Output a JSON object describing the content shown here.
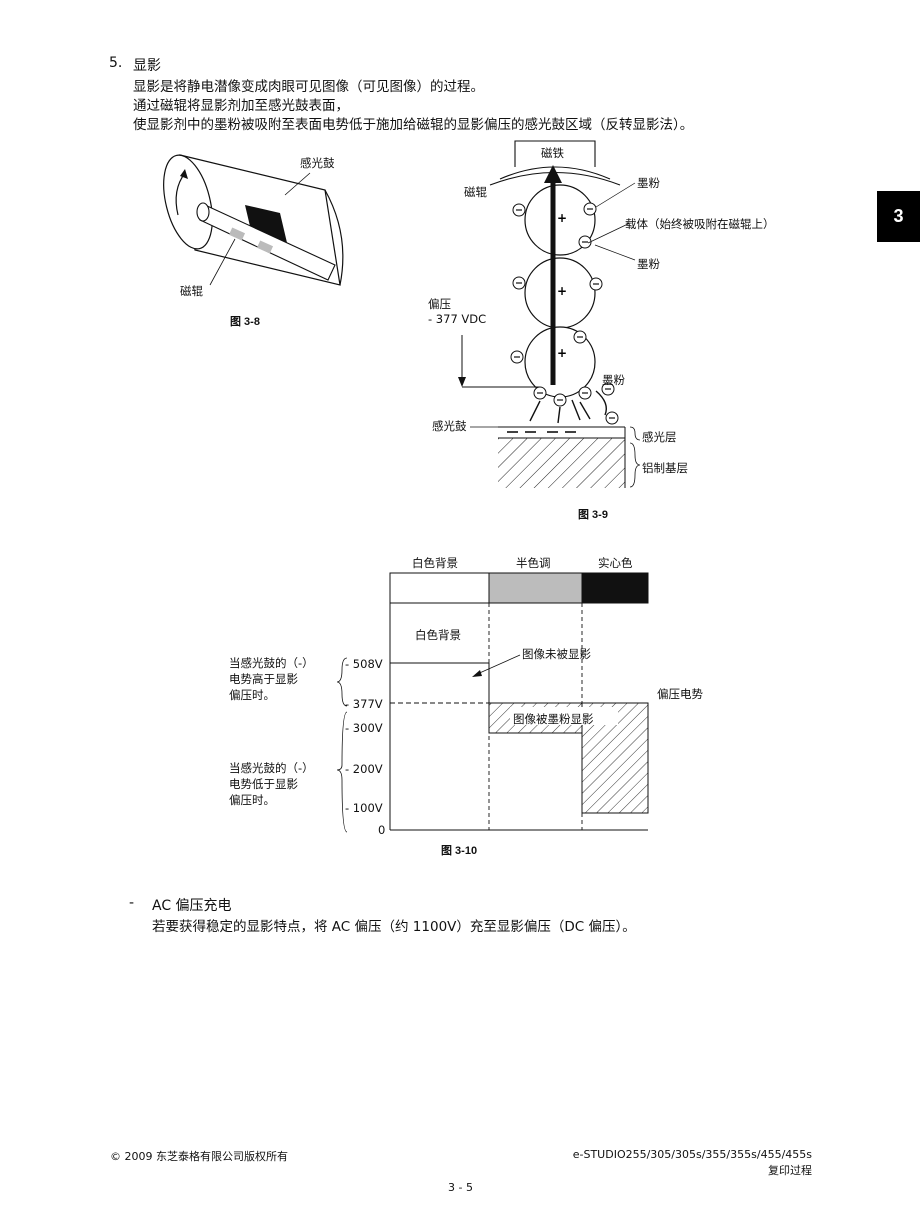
{
  "tab": "3",
  "section": {
    "number": "5.",
    "title": "显影",
    "paragraphs": [
      "显影是将静电潜像变成肉眼可见图像（可见图像）的过程。",
      "通过磁辊将显影剂加至感光鼓表面，",
      "使显影剂中的墨粉被吸附至表面电势低于施加给磁辊的显影偏压的感光鼓区域（反转显影法）。"
    ]
  },
  "fig8": {
    "caption": "图 3-8",
    "drum_label": "感光鼓",
    "roller_label": "磁辊"
  },
  "fig9": {
    "caption": "图 3-9",
    "magnet": "磁铁",
    "roller": "磁辊",
    "toner1": "墨粉",
    "carrier": "载体（始终被吸附在磁辊上）",
    "toner2": "墨粉",
    "bias": "偏压",
    "bias_value": "- 377 VDC",
    "toner3": "墨粉",
    "drum": "感光鼓",
    "photo_layer": "感光层",
    "aluminum": "铝制基层",
    "plus": "+",
    "minus": "−",
    "dash_mark": "— —"
  },
  "fig10": {
    "caption": "图 3-10",
    "headers": [
      "白色背景",
      "半色调",
      "实心色"
    ],
    "bg_label": "白色背景",
    "not_developed": "图像未被显影",
    "developed": "图像被墨粉显影",
    "bias_potential": "偏压电势",
    "upper_note": [
      "当感光鼓的（-）",
      "电势高于显影",
      "偏压时。"
    ],
    "lower_note": [
      "当感光鼓的（-）",
      "电势低于显影",
      "偏压时。"
    ],
    "ticks": [
      "- 508V",
      "- 377V",
      "- 300V",
      "- 200V",
      "- 100V",
      "0"
    ]
  },
  "ac": {
    "bullet": "-",
    "title": "AC 偏压充电",
    "text": "若要获得稳定的显影特点，将 AC 偏压（约 1100V）充至显影偏压（DC 偏压）。"
  },
  "footer": {
    "copyright": "© 2009 东芝泰格有限公司版权所有",
    "models": "e-STUDIO255/305/305s/355/355s/455/455s",
    "chapter": "复印过程",
    "page": "3 - 5"
  }
}
